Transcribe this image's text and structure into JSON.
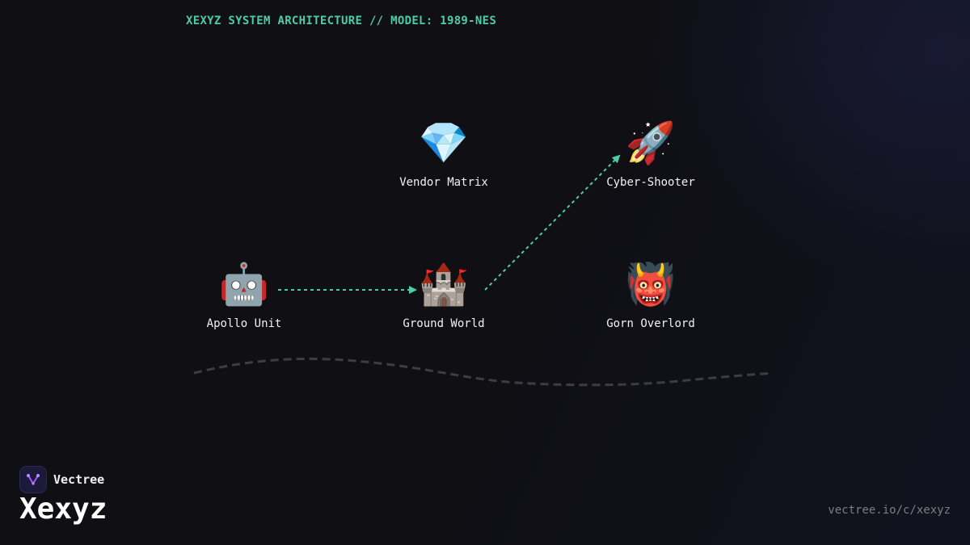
{
  "header": {
    "title": "XEXYZ SYSTEM ARCHITECTURE // MODEL: 1989-NES"
  },
  "nodes": [
    {
      "id": "vendor-matrix",
      "label": "Vendor Matrix",
      "icon": "💎",
      "icon_name": "gem-icon"
    },
    {
      "id": "cyber-shooter",
      "label": "Cyber-Shooter",
      "icon": "🚀",
      "icon_name": "rocket-icon"
    },
    {
      "id": "apollo-unit",
      "label": "Apollo Unit",
      "icon": "🤖",
      "icon_name": "robot-icon"
    },
    {
      "id": "ground-world",
      "label": "Ground World",
      "icon": "🏰",
      "icon_name": "castle-icon"
    },
    {
      "id": "gorn-overlord",
      "label": "Gorn Overlord",
      "icon": "👹",
      "icon_name": "ogre-icon"
    }
  ],
  "edges": [
    {
      "from": "apollo-unit",
      "to": "ground-world"
    },
    {
      "from": "ground-world",
      "to": "cyber-shooter"
    }
  ],
  "colors": {
    "background": "#0f0f14",
    "accent": "#4ecca3",
    "path_line": "#3a3f44",
    "muted_text": "#7d7d86",
    "logo_accent": "#a259ff"
  },
  "brand": {
    "name": "Vectree",
    "project": "Xexyz",
    "url": "vectree.io/c/xexyz"
  }
}
